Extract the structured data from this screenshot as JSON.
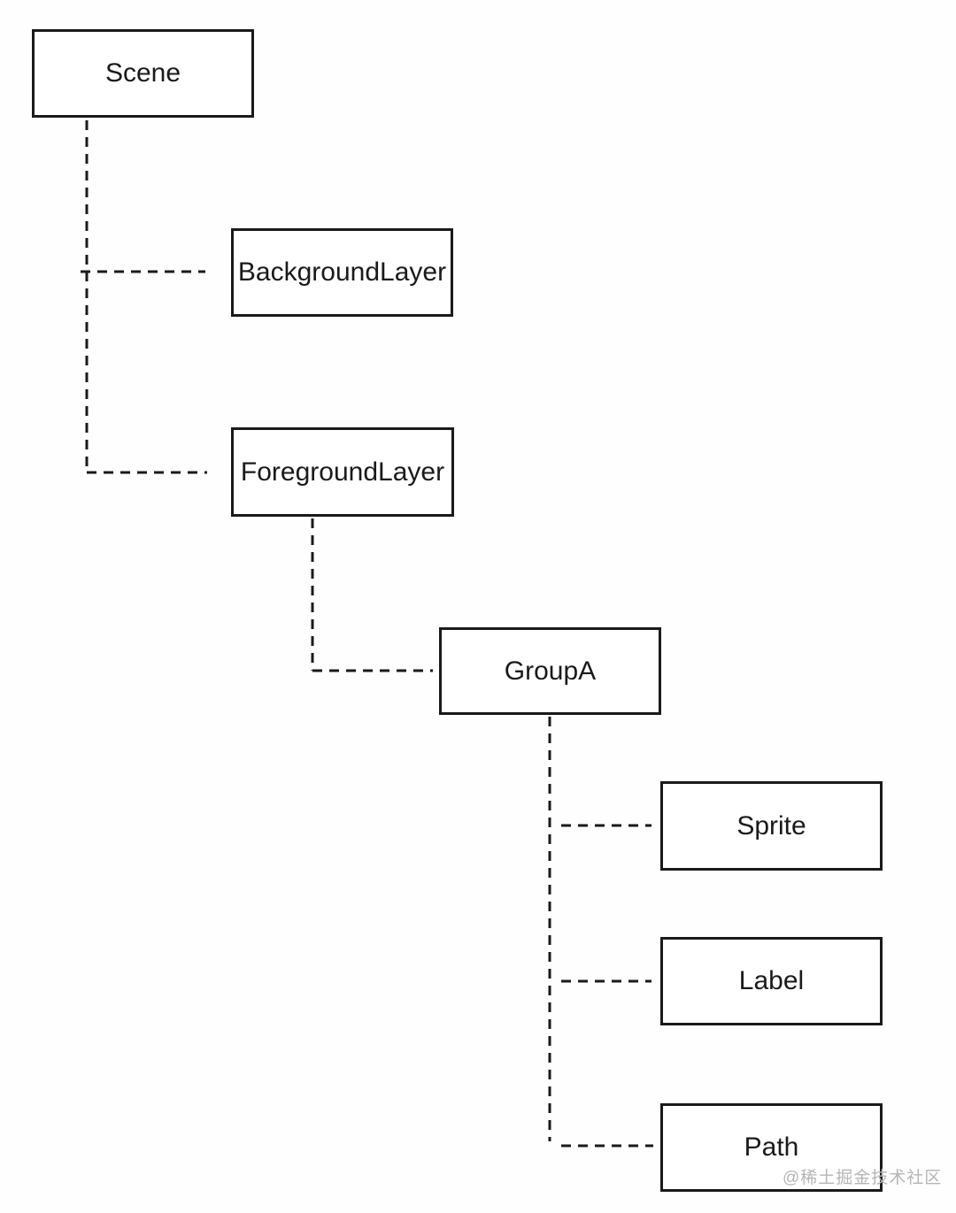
{
  "diagram": {
    "type": "tree",
    "nodes": {
      "scene": {
        "label": "Scene",
        "parent": null
      },
      "background_layer": {
        "label": "BackgroundLayer",
        "parent": "Scene"
      },
      "foreground_layer": {
        "label": "ForegroundLayer",
        "parent": "Scene"
      },
      "group_a": {
        "label": "GroupA",
        "parent": "ForegroundLayer"
      },
      "sprite": {
        "label": "Sprite",
        "parent": "GroupA"
      },
      "label": {
        "label": "Label",
        "parent": "GroupA"
      },
      "path": {
        "label": "Path",
        "parent": "GroupA"
      }
    },
    "connector_style": "dashed",
    "colors": {
      "line": "#1a1a1a",
      "node_border": "#1a1a1a",
      "node_fill": "#ffffff",
      "text": "#1a1a1a",
      "background": "#fefefe"
    }
  },
  "watermark": {
    "text": "@稀土掘金技术社区",
    "color": "#b5b5b5"
  }
}
